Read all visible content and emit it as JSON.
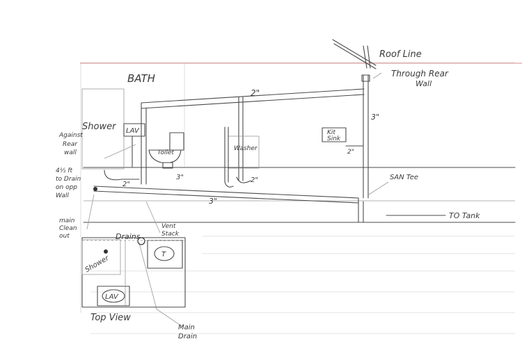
{
  "labels": {
    "roof_line": "Roof Line",
    "through_rear_wall_1": "Through Rear",
    "through_rear_wall_2": "Wall",
    "bath": "BATH",
    "pipe_2in_top": "2\"",
    "pipe_3in_vert": "3\"",
    "shower": "Shower",
    "against_rear_wall_1": "Against",
    "against_rear_wall_2": "Rear",
    "against_rear_wall_3": "wall",
    "lav": "LAV",
    "toilet": "Toilet",
    "washer": "Washer",
    "kit_sink_1": "Kit",
    "kit_sink_2": "Sink",
    "pipe_2in_kit": "2\"",
    "drain_note_1": "4½ ft",
    "drain_note_2": "to Drain",
    "drain_note_3": "on opp",
    "drain_note_4": "Wall",
    "pipe_2in_lav": "2\"",
    "pipe_3in_toilet": "3\"",
    "pipe_2in_washer": "2\"",
    "pipe_3in_main": "3\"",
    "san_tee": "SAN Tee",
    "to_tank": "TO Tank",
    "main_cleanout_1": "main",
    "main_cleanout_2": "Clean",
    "main_cleanout_3": "out",
    "drains": "Drains",
    "vent_stack_1": "Vent",
    "vent_stack_2": "Stack",
    "top_shower": "Shower",
    "top_toilet": "T",
    "top_lav": "LAV",
    "top_view": "Top View",
    "main_drain_1": "Main",
    "main_drain_2": "Drain"
  }
}
